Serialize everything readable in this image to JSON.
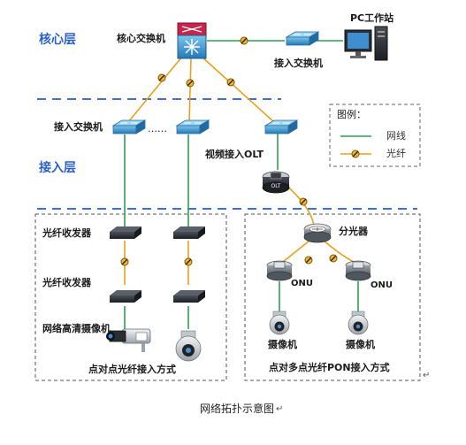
{
  "layers": {
    "core": "核心层",
    "access": "接入层"
  },
  "devices": {
    "core_switch": "核心交换机",
    "pc": "PC工作站",
    "access_switch_top": "接入交换机",
    "access_switch_mid": "接入交换机",
    "dots": "……",
    "olt": "视频接入OLT",
    "olt_badge": "OLT",
    "splitter": "分光器",
    "transceiver_1": "光纤收发器",
    "transceiver_2": "光纤收发器",
    "camera": "网络高清摄像机",
    "onu_left": "ONU",
    "onu_right": "ONU",
    "cam_left": "摄像机",
    "cam_right": "摄像机"
  },
  "legend": {
    "title": "图例：",
    "cable": "网线",
    "fiber": "光纤"
  },
  "sections": {
    "p2p": "点对点光纤接入方式",
    "pon": "点对多点光纤PON接入方式"
  },
  "caption": "网络拓扑示意图",
  "return_mark": "↵",
  "colors": {
    "layer_text": "#2a62c9",
    "cable": "#2f9e57",
    "fiber": "#e8a21a",
    "dash_line": "#3f6fd6",
    "switch_blue": "#2b86c9"
  }
}
